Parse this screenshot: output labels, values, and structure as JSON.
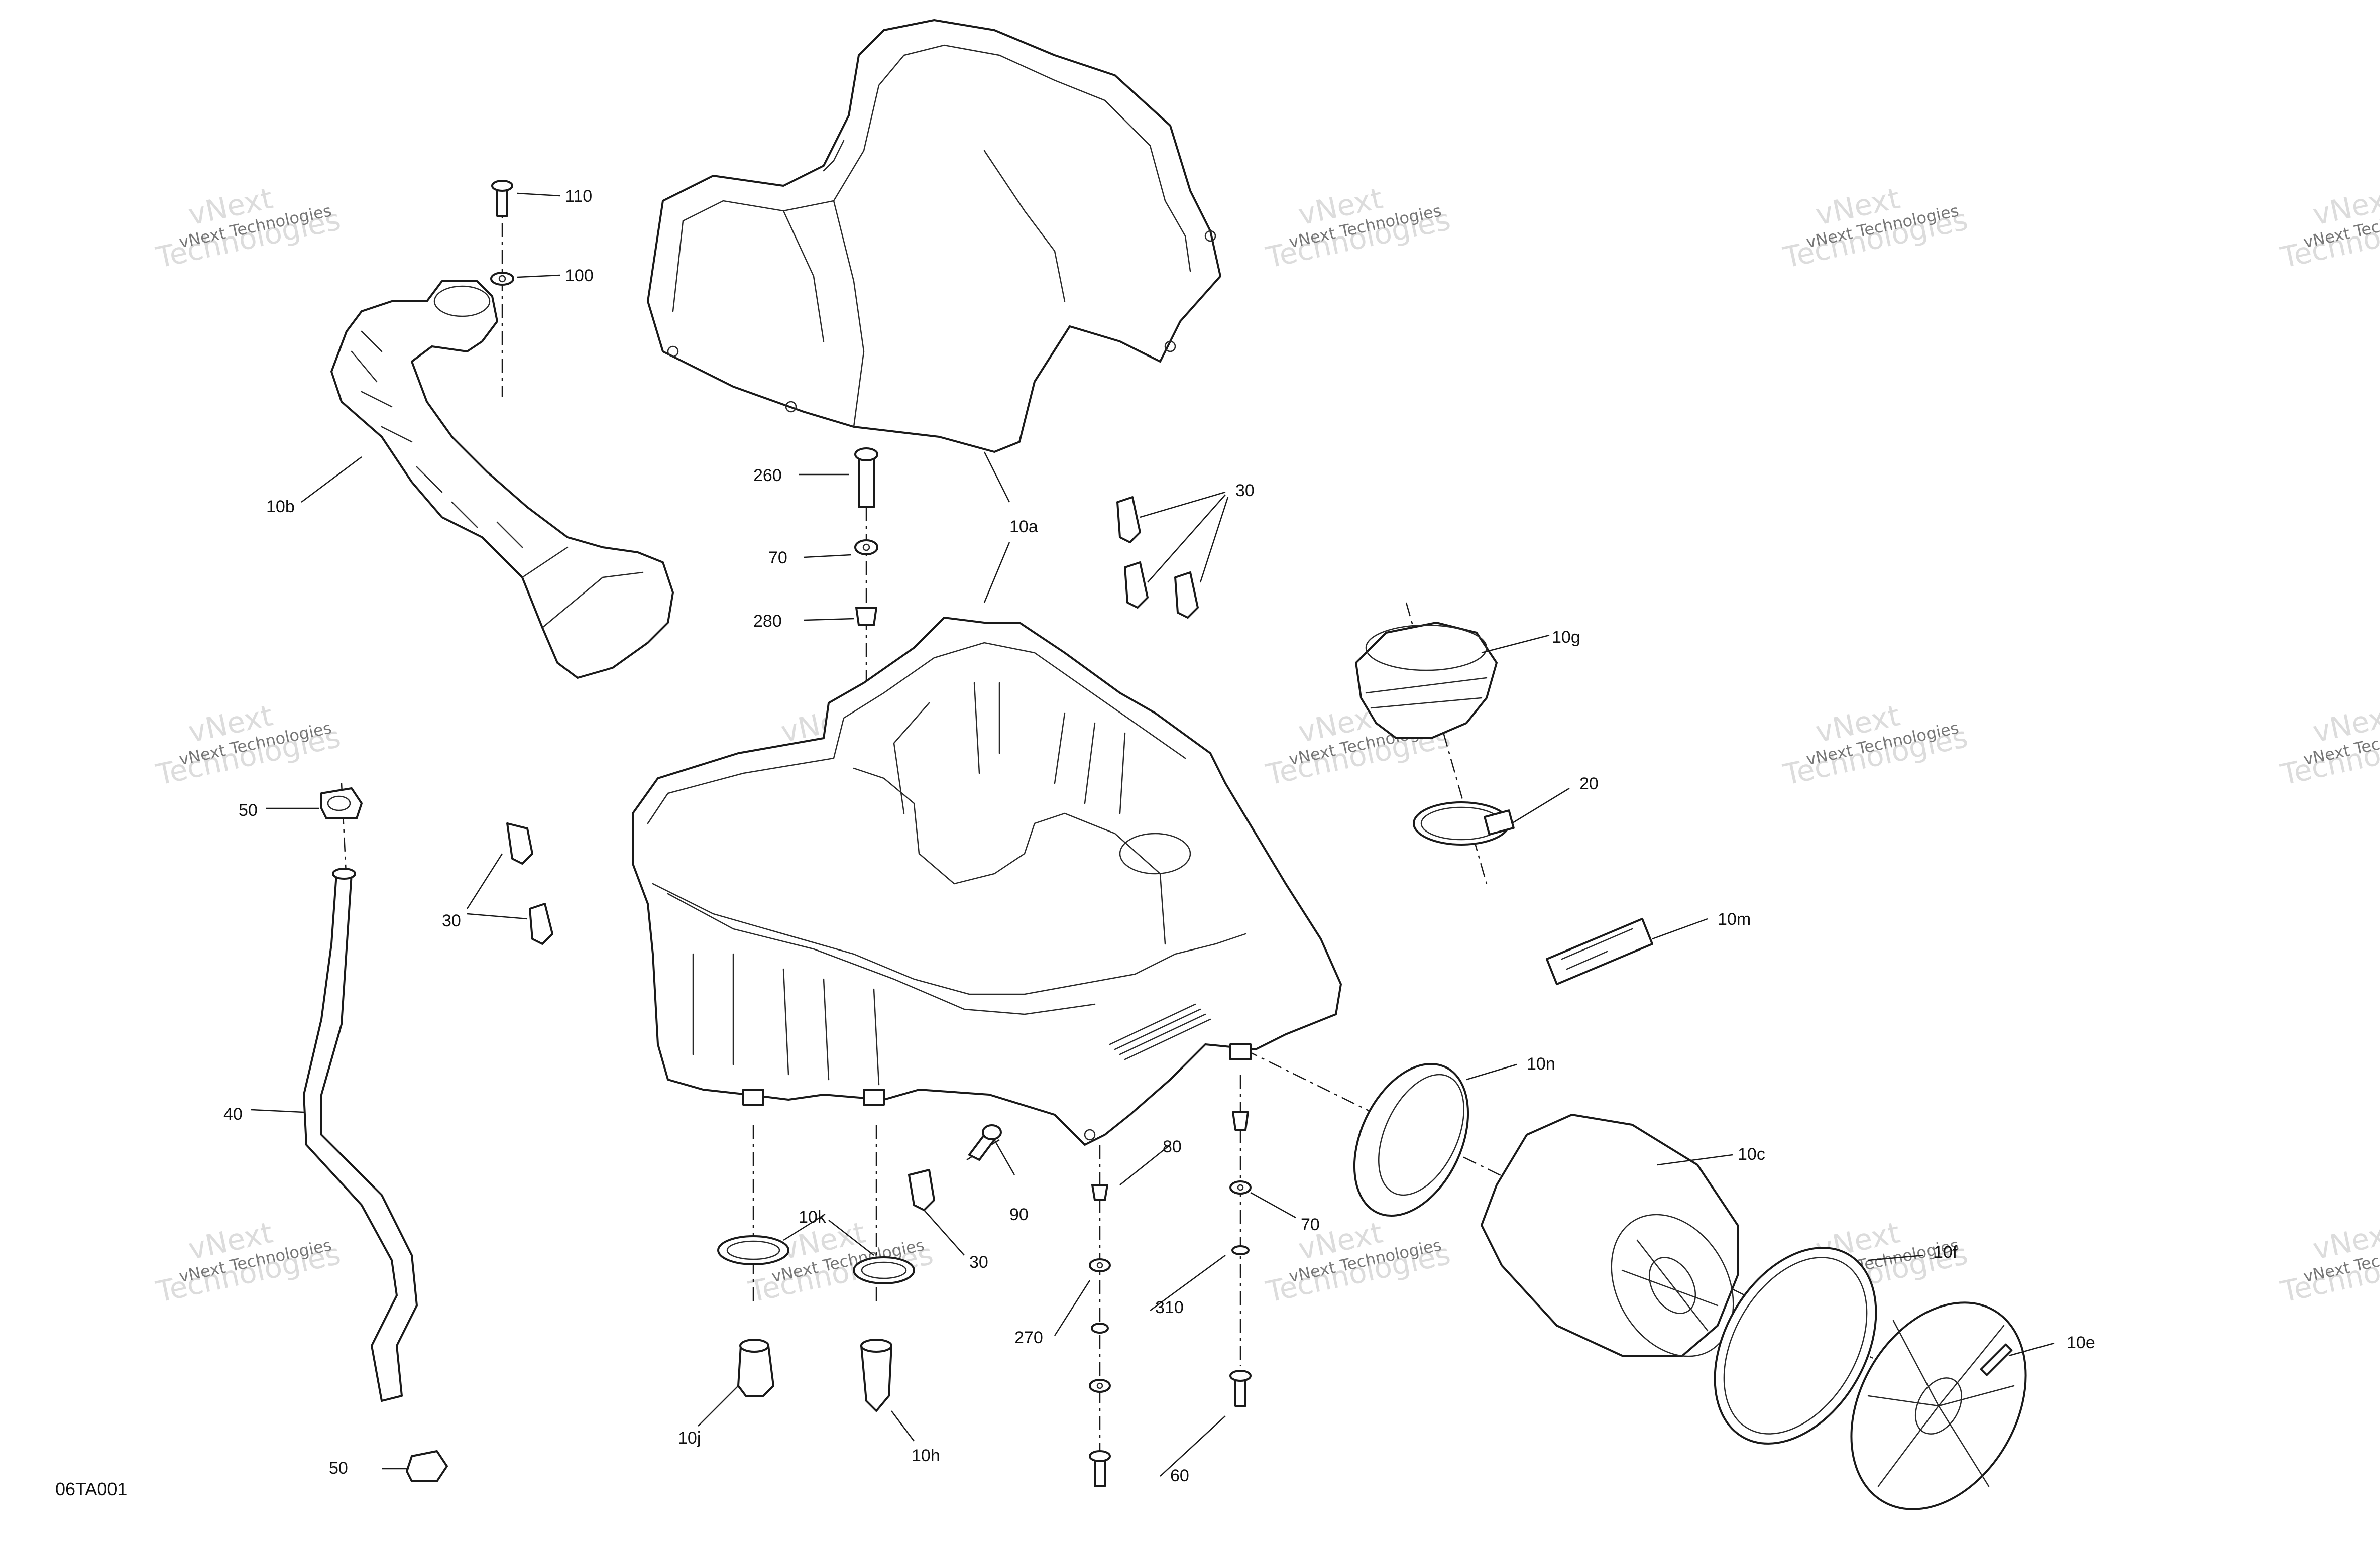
{
  "diagram": {
    "reference_code": "06TA001",
    "watermark": {
      "line1": "vNext",
      "line2": "Technologies",
      "full": "vNext Technologies"
    },
    "callouts": [
      "110",
      "100",
      "10b",
      "260",
      "70",
      "280",
      "10a",
      "30",
      "10g",
      "20",
      "10m",
      "50",
      "30",
      "40",
      "10n",
      "80",
      "70",
      "90",
      "10k",
      "30",
      "10c",
      "10f",
      "310",
      "270",
      "10e",
      "10j",
      "10h",
      "50",
      "60"
    ]
  }
}
